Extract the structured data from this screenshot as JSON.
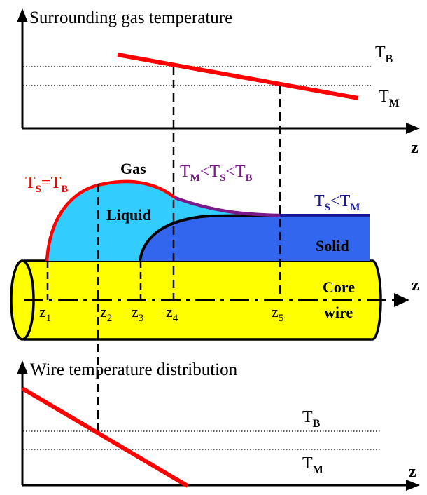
{
  "top_plot": {
    "title": "Surrounding gas temperature",
    "tb_label": "T",
    "tb_sub": "B",
    "tm_label": "T",
    "tm_sub": "M",
    "axis_label": "z"
  },
  "middle": {
    "gas": "Gas",
    "liquid": "Liquid",
    "solid": "Solid",
    "core": "Core",
    "wire": "wire",
    "axis_label": "z",
    "ts_eq_tb": {
      "a": "T",
      "a_sub": "S",
      "op": "=",
      "b": "T",
      "b_sub": "B"
    },
    "tm_ts_tb": {
      "a": "T",
      "a_sub": "M",
      "op1": "<",
      "b": "T",
      "b_sub": "S",
      "op2": "<",
      "c": "T",
      "c_sub": "B"
    },
    "ts_lt_tm": {
      "a": "T",
      "a_sub": "S",
      "op": "<",
      "b": "T",
      "b_sub": "M"
    },
    "z_labels": [
      {
        "base": "z",
        "sub": "1"
      },
      {
        "base": "z",
        "sub": "2"
      },
      {
        "base": "z",
        "sub": "3"
      },
      {
        "base": "z",
        "sub": "4"
      },
      {
        "base": "z",
        "sub": "5"
      }
    ]
  },
  "bottom_plot": {
    "title": "Wire temperature distribution",
    "tb_label": "T",
    "tb_sub": "B",
    "tm_label": "T",
    "tm_sub": "M",
    "axis_label": "z"
  },
  "colors": {
    "red": "#ff0000",
    "purple": "#7a1a8a",
    "navy": "#1a1a9a",
    "liquid": "#33ccff",
    "solid": "#3366ee",
    "core": "#ffff00",
    "black": "#000000"
  }
}
